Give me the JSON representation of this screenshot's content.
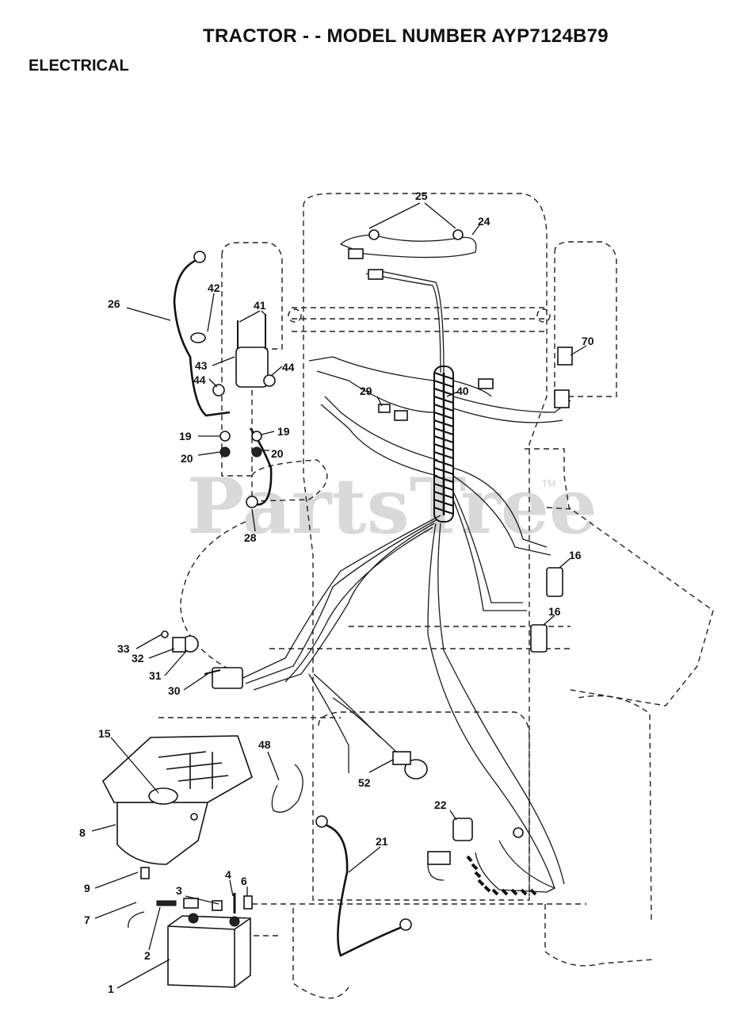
{
  "header": {
    "title": "TRACTOR - - MODEL NUMBER AYP7124B79",
    "section": "ELECTRICAL"
  },
  "watermark": {
    "text": "PartsTree",
    "tm": "TM"
  },
  "callouts": [
    "1",
    "2",
    "3",
    "4",
    "6",
    "7",
    "8",
    "9",
    "15",
    "16",
    "16",
    "19",
    "19",
    "20",
    "20",
    "21",
    "22",
    "24",
    "25",
    "26",
    "28",
    "29",
    "30",
    "31",
    "32",
    "33",
    "40",
    "41",
    "42",
    "43",
    "44",
    "44",
    "48",
    "52",
    "70"
  ]
}
